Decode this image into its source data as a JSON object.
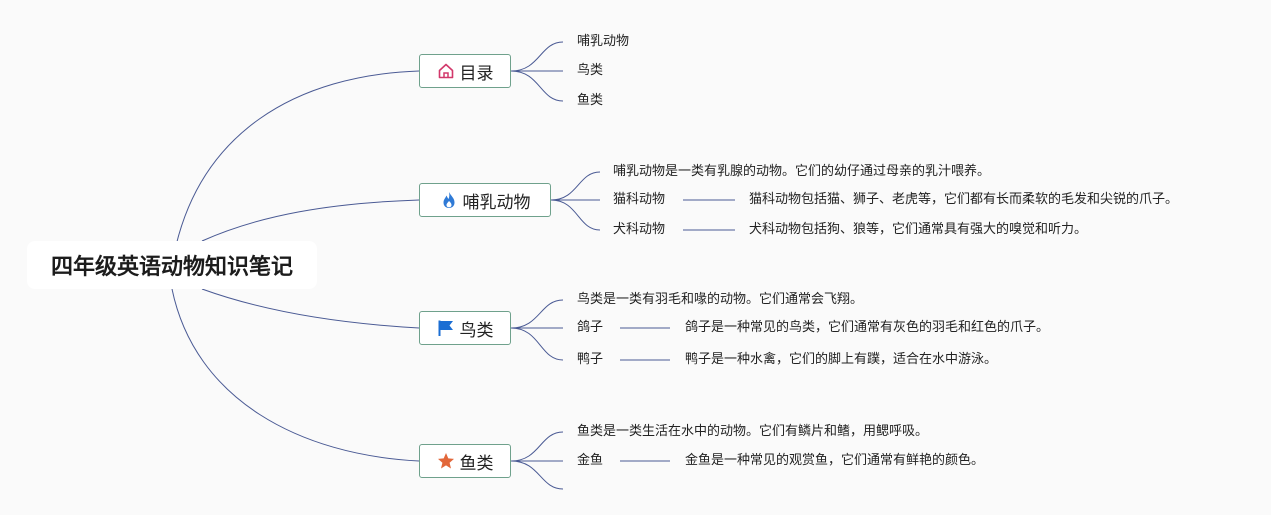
{
  "root": {
    "title": "四年级英语动物知识笔记"
  },
  "branches": {
    "toc": {
      "label": "目录",
      "icon": "home-icon",
      "items": [
        "哺乳动物",
        "鸟类",
        "鱼类"
      ]
    },
    "mammals": {
      "label": "哺乳动物",
      "icon": "flame-icon",
      "description": "哺乳动物是一类有乳腺的动物。它们的幼仔通过母亲的乳汁喂养。",
      "children": [
        {
          "name": "猫科动物",
          "detail": "猫科动物包括猫、狮子、老虎等，它们都有长而柔软的毛发和尖锐的爪子。"
        },
        {
          "name": "犬科动物",
          "detail": "犬科动物包括狗、狼等，它们通常具有强大的嗅觉和听力。"
        }
      ]
    },
    "birds": {
      "label": "鸟类",
      "icon": "flag-icon",
      "description": "鸟类是一类有羽毛和喙的动物。它们通常会飞翔。",
      "children": [
        {
          "name": "鸽子",
          "detail": "鸽子是一种常见的鸟类，它们通常有灰色的羽毛和红色的爪子。"
        },
        {
          "name": "鸭子",
          "detail": "鸭子是一种水禽，它们的脚上有蹼，适合在水中游泳。"
        }
      ]
    },
    "fish": {
      "label": "鱼类",
      "icon": "star-icon",
      "description": "鱼类是一类生活在水中的动物。它们有鳞片和鳍，用鳃呼吸。",
      "children": [
        {
          "name": "金鱼",
          "detail": "金鱼是一种常见的观赏鱼，它们通常有鲜艳的颜色。"
        }
      ]
    }
  },
  "colors": {
    "connector": "#4a5a94",
    "branch_border": "#6fa18c",
    "home_icon": "#d2386b",
    "flame_icon": "#2f7ad6",
    "flag_icon": "#1b6ed3",
    "star_icon": "#e2673a"
  }
}
